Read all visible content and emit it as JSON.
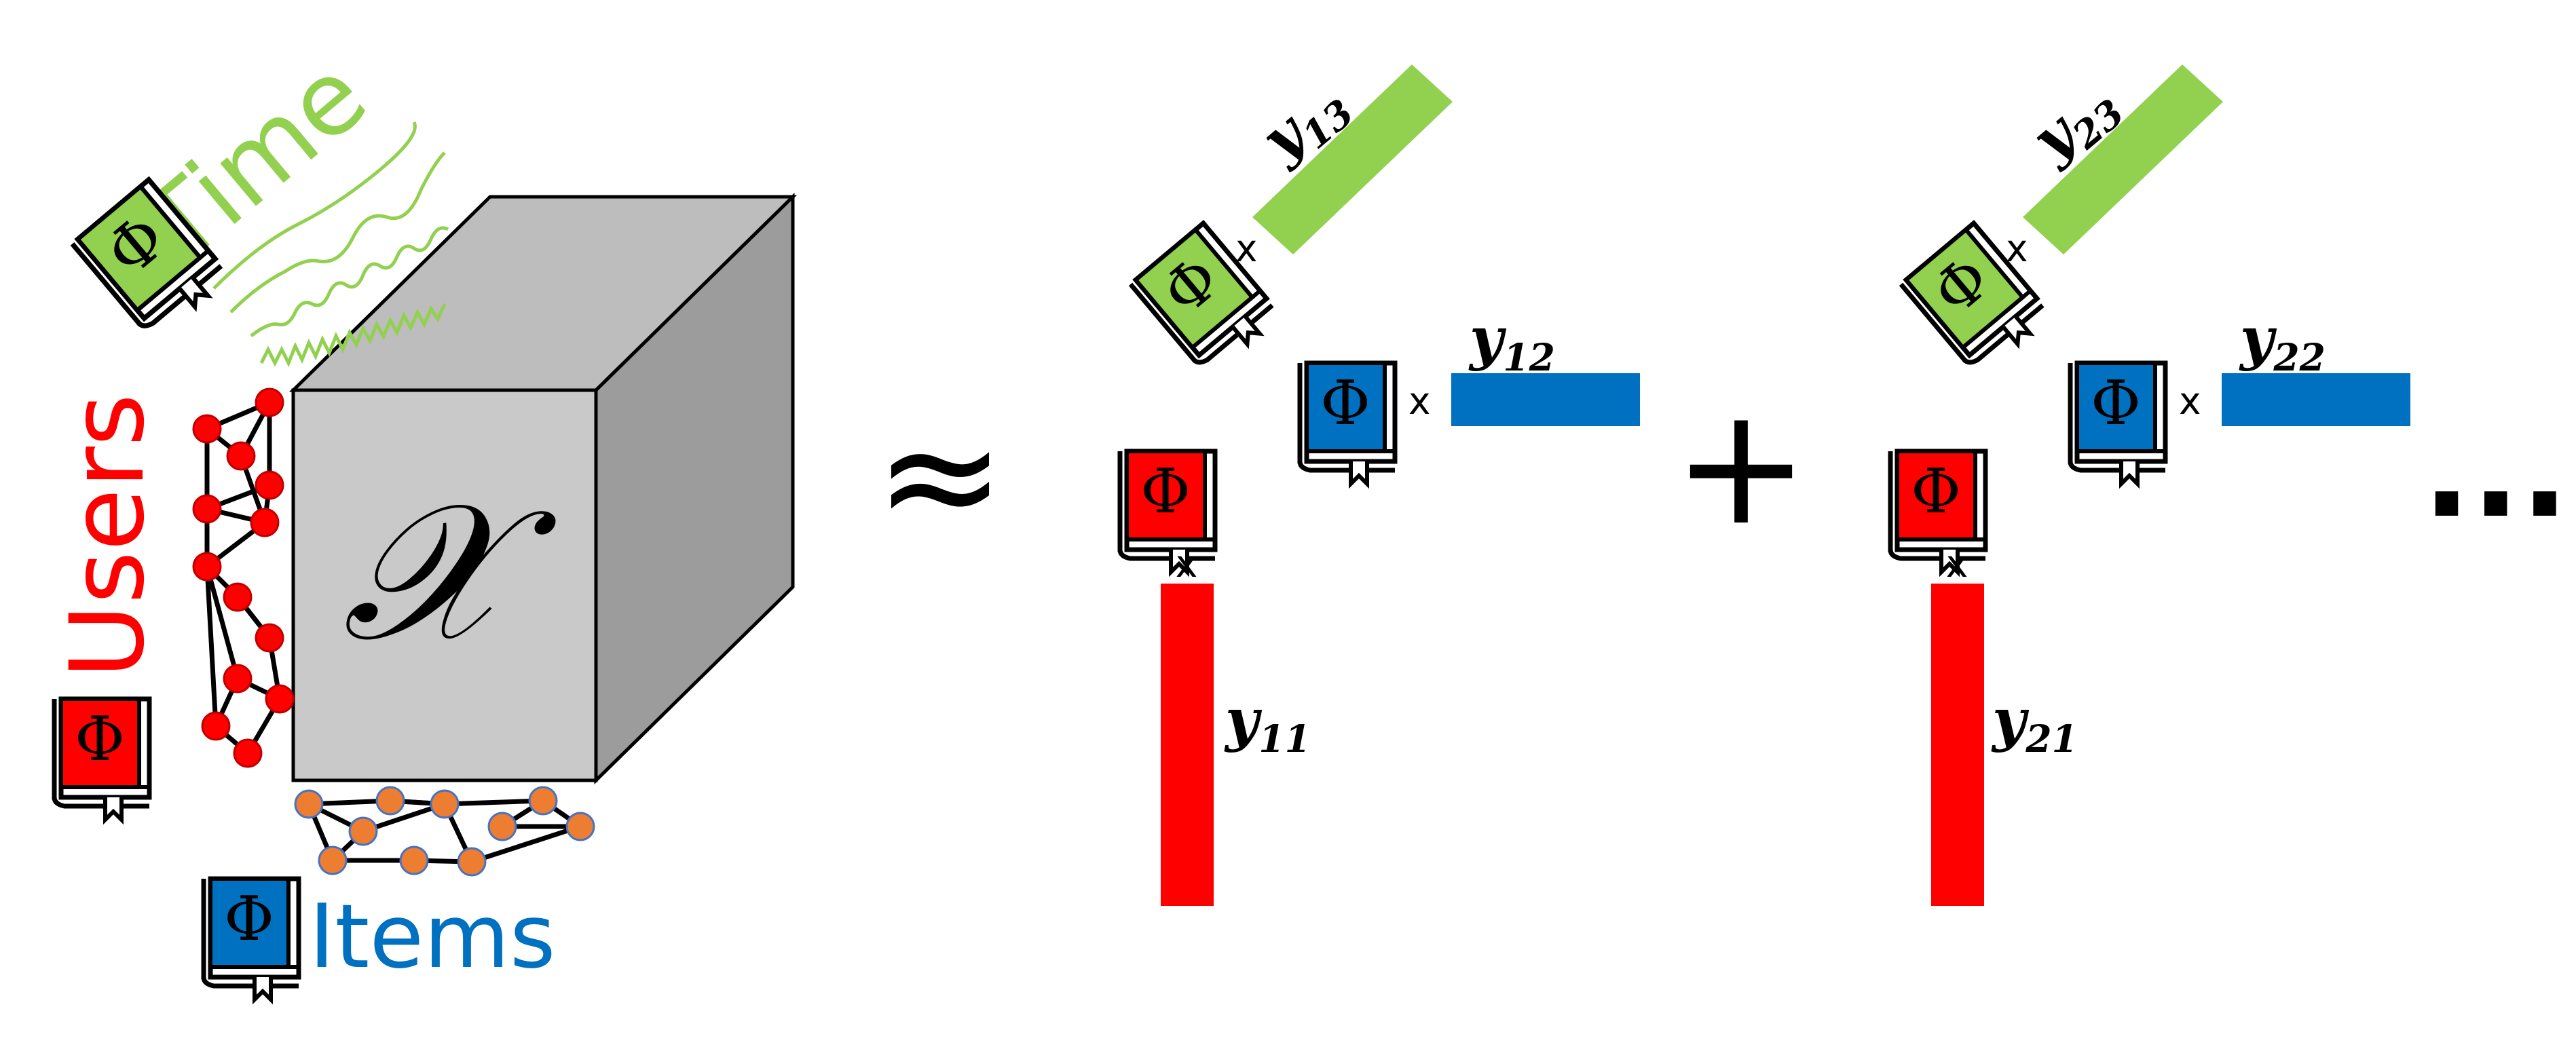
{
  "labels": {
    "time": "Time",
    "users": "Users",
    "items": "Items",
    "tensor": "𝒳",
    "approx": "≈",
    "plus": "+",
    "ellipsis": "...",
    "times": "x",
    "phi": "Φ"
  },
  "factors": {
    "y11": {
      "base": "y",
      "sub": "11"
    },
    "y12": {
      "base": "y",
      "sub": "12"
    },
    "y13": {
      "base": "y",
      "sub": "13"
    },
    "y21": {
      "base": "y",
      "sub": "21"
    },
    "y22": {
      "base": "y",
      "sub": "22"
    },
    "y23": {
      "base": "y",
      "sub": "23"
    }
  },
  "colors": {
    "users": "#ff0000",
    "items": "#0070c0",
    "time": "#92d050",
    "user_node": "#ff0000",
    "item_node": "#ed7d31",
    "cube_front": "#c9c9c9",
    "cube_top": "#bfbfbf",
    "cube_side": "#a0a0a0"
  }
}
